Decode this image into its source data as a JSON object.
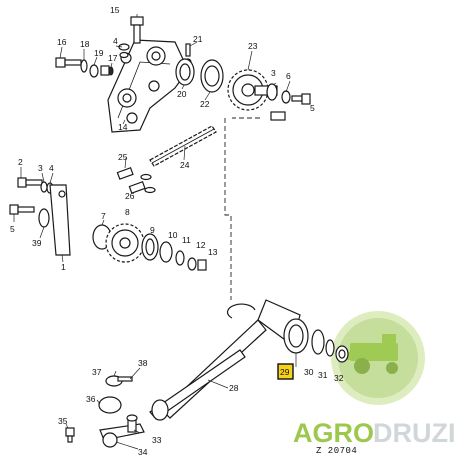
{
  "callouts": [
    "15",
    "16",
    "18",
    "4",
    "19",
    "17",
    "21",
    "23",
    "5",
    "14",
    "20",
    "22",
    "3",
    "6",
    "25",
    "24",
    "2",
    "3",
    "4",
    "26",
    "5",
    "39",
    "1",
    "7",
    "8",
    "9",
    "10",
    "11",
    "12",
    "13",
    "29",
    "30",
    "31",
    "32",
    "37",
    "38",
    "28",
    "36",
    "35",
    "34",
    "33"
  ],
  "highlighted_part": "29",
  "reference_code": "Z 20704",
  "watermark": {
    "agro": "AGRO",
    "druzi": "DRUZI"
  },
  "colors": {
    "highlight": "#f6d21b",
    "logo_green": "#8bbf2f",
    "logo_grey": "#c9cfd4"
  }
}
